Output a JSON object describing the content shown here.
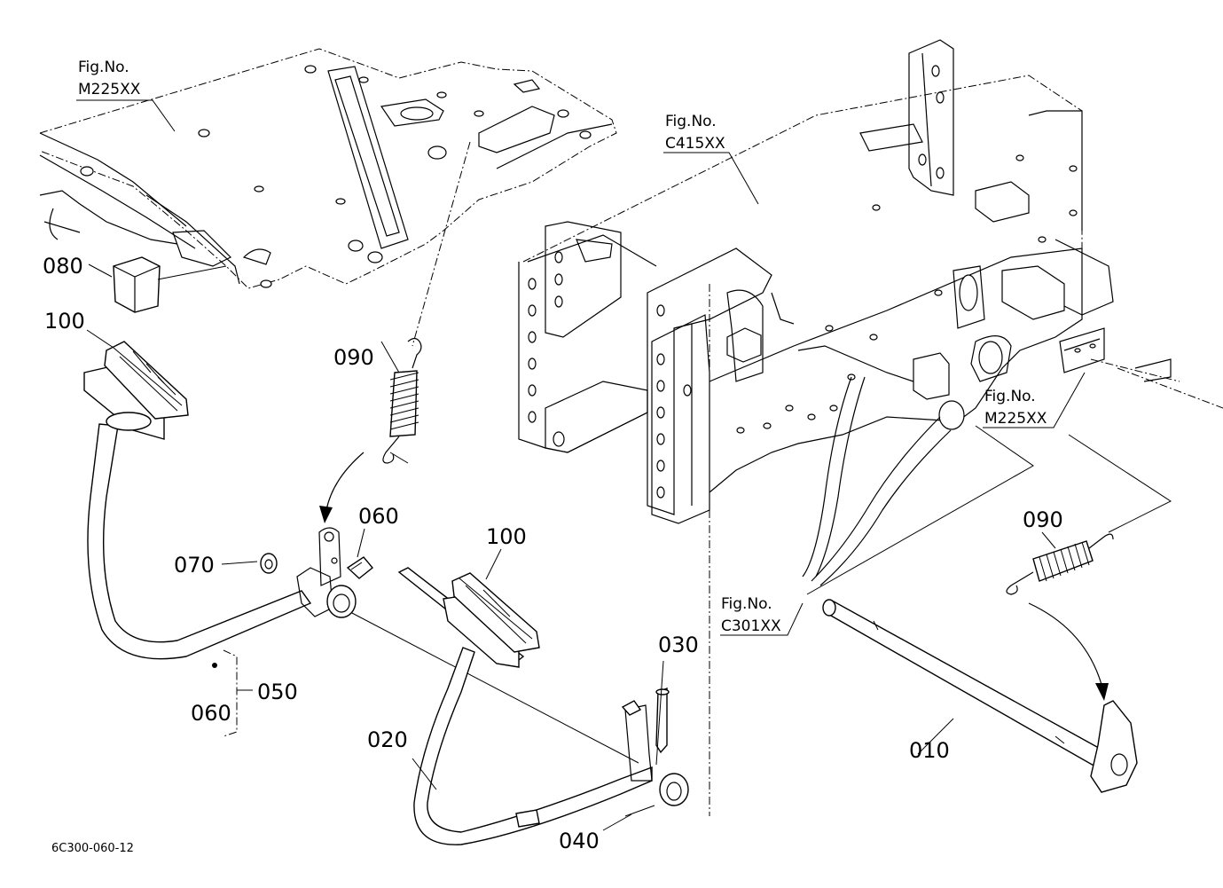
{
  "drawing_ref": "6C300-060-12",
  "figure_refs": {
    "floor_top": {
      "line1": "Fig.No.",
      "line2": "M225XX"
    },
    "frame": {
      "line1": "Fig.No.",
      "line2": "C415XX"
    },
    "floor_right": {
      "line1": "Fig.No.",
      "line2": "M225XX"
    },
    "transmission": {
      "line1": "Fig.No.",
      "line2": "C301XX"
    }
  },
  "part_labels": {
    "p010": "010",
    "p020": "020",
    "p030": "030",
    "p040": "040",
    "p050": "050",
    "p060_bolt": "060",
    "p060_group": "060",
    "p070": "070",
    "p080": "080",
    "p090_left": "090",
    "p090_right": "090",
    "p100_left": "100",
    "p100_right": "100"
  }
}
